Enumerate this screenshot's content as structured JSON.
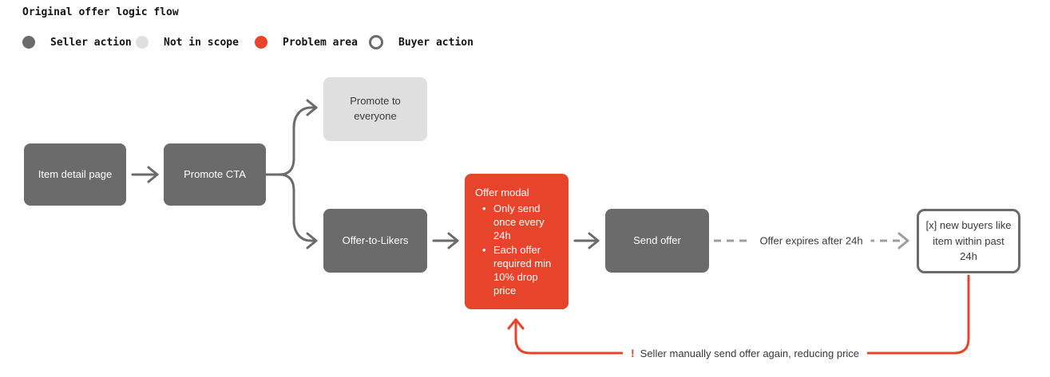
{
  "title": "Original offer logic flow",
  "legend": [
    {
      "label": "Seller action",
      "swatch": "filled-dark-gray"
    },
    {
      "label": "Not in scope",
      "swatch": "filled-light-gray"
    },
    {
      "label": "Problem area",
      "swatch": "filled-red"
    },
    {
      "label": "Buyer action",
      "swatch": "outlined-white"
    }
  ],
  "nodes": {
    "item_detail_page": {
      "label": "Item detail page"
    },
    "promote_cta": {
      "label": "Promote CTA"
    },
    "promote_to_everyone": {
      "label": "Promote to everyone"
    },
    "offer_to_likers": {
      "label": "Offer-to-Likers"
    },
    "offer_modal": {
      "title": "Offer modal",
      "bullets": [
        "Only send once every 24h",
        "Each offer required min 10% drop price"
      ]
    },
    "send_offer": {
      "label": "Send offer"
    },
    "new_buyers": {
      "label": "[x] new buyers like item within past 24h"
    }
  },
  "edge_labels": {
    "offer_expires": "Offer expires after 24h",
    "loop_exclamation": "!",
    "loop_text": "Seller manually send offer again, reducing price"
  },
  "colors": {
    "seller_action": "#6b6b6b",
    "not_in_scope": "#dfdfdf",
    "problem_area": "#e8432b",
    "arrow": "#6b6b6b",
    "dash": "#9d9d9d",
    "text_dark": "#3a3a3a",
    "background": "#ffffff"
  }
}
